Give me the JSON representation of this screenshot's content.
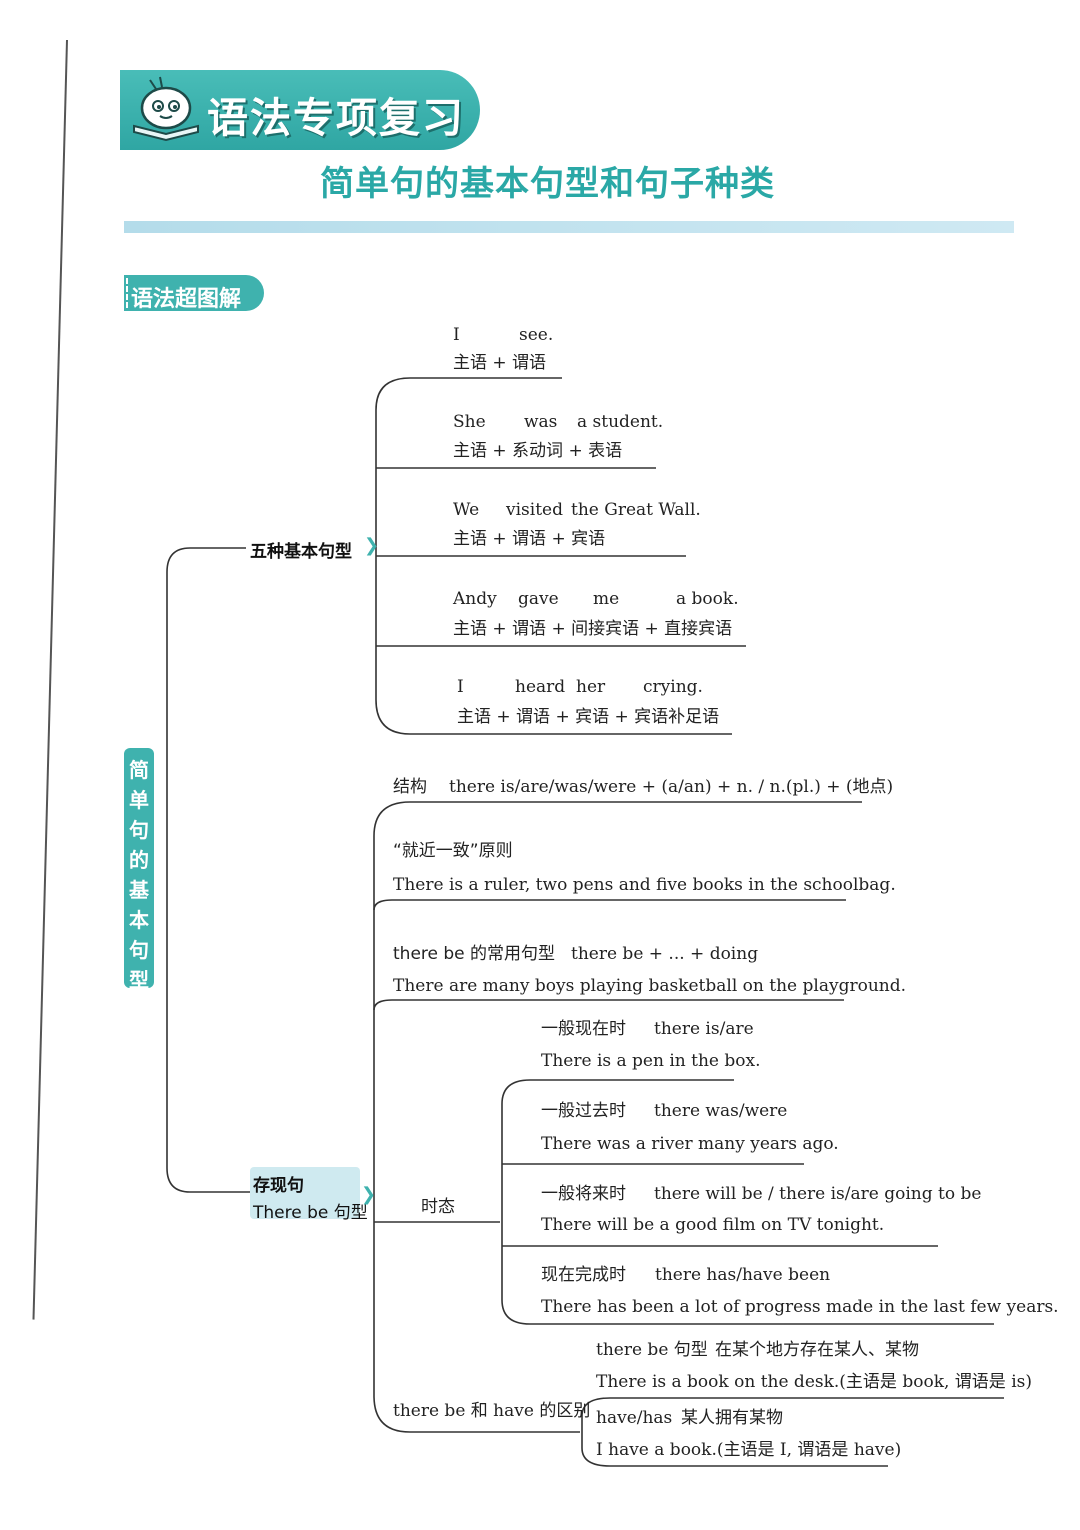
{
  "header": {
    "banner_title": "语法专项复习",
    "subtitle": "简单句的基本句型和句子种类"
  },
  "section_tag": "语法超图解",
  "root": [
    "简",
    "单",
    "句",
    "的",
    "基",
    "本",
    "句",
    "型"
  ],
  "five_patterns": {
    "label": "五种基本句型",
    "items": [
      {
        "words": [
          "I",
          "see."
        ],
        "pattern": "主语 + 谓语"
      },
      {
        "words": [
          "She",
          "was",
          "a student."
        ],
        "pattern": "主语 + 系动词 + 表语"
      },
      {
        "words": [
          "We",
          "visited",
          "the Great Wall."
        ],
        "pattern": "主语 + 谓语 + 宾语"
      },
      {
        "words": [
          "Andy",
          "gave",
          "me",
          "a book."
        ],
        "pattern": "主语 + 谓语 + 间接宾语 + 直接宾语"
      },
      {
        "words": [
          "I",
          "heard",
          "her",
          "crying."
        ],
        "pattern": "主语 + 谓语 + 宾语 + 宾语补足语"
      }
    ]
  },
  "existential": {
    "label_line1": "存现句",
    "label_line2": "There be 句型",
    "structure": {
      "key": "结构",
      "formula": "there is/are/was/were + (a/an) + n. / n.(pl.) + (地点)"
    },
    "proximity": {
      "title": "“就近一致”原则",
      "example": "There is a ruler, two pens and five books in the schoolbag."
    },
    "common": {
      "title": "there be 的常用句型",
      "formula": "there be + ... + doing",
      "example": "There are many boys playing basketball on the playground."
    },
    "tense": {
      "label": "时态",
      "items": [
        {
          "name": "一般现在时",
          "form": "there is/are",
          "example": "There is a pen in the box."
        },
        {
          "name": "一般过去时",
          "form": "there was/were",
          "example": "There was a river many years ago."
        },
        {
          "name": "一般将来时",
          "form": "there will be / there is/are going to be",
          "example": "There will be a good film on TV tonight."
        },
        {
          "name": "现在完成时",
          "form": "there has/have been",
          "example": "There has been a lot of progress made in the last few years."
        }
      ]
    },
    "difference": {
      "label": "there be 和 have 的区别",
      "items": [
        {
          "name": "there be 句型",
          "desc": "在某个地方存在某人、某物",
          "example": "There is a book on the desk.(主语是 book, 谓语是 is)"
        },
        {
          "name": "have/has",
          "desc": "某人拥有某物",
          "example": "I have a book.(主语是 I, 谓语是 have)"
        }
      ]
    }
  },
  "colors": {
    "accent": "#3fb2ae",
    "node_bg": "#cfeaf0",
    "divider": "#b4dcea",
    "subtitle": "#2aa8a6"
  }
}
